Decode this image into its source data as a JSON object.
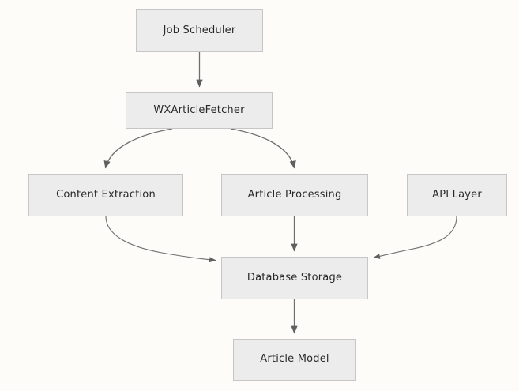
{
  "diagram": {
    "type": "flowchart",
    "background_color": "#fdfcf9",
    "node_fill": "#ececec",
    "node_border": "#c6c6c6",
    "edge_color": "#707070",
    "text_color": "#282828",
    "nodes": [
      {
        "id": "job-scheduler",
        "label": "Job Scheduler"
      },
      {
        "id": "wx-article-fetcher",
        "label": "WXArticleFetcher"
      },
      {
        "id": "content-extraction",
        "label": "Content Extraction"
      },
      {
        "id": "article-processing",
        "label": "Article Processing"
      },
      {
        "id": "api-layer",
        "label": "API Layer"
      },
      {
        "id": "database-storage",
        "label": "Database Storage"
      },
      {
        "id": "article-model",
        "label": "Article Model"
      }
    ],
    "edges": [
      {
        "from": "job-scheduler",
        "to": "wx-article-fetcher",
        "style": "straight"
      },
      {
        "from": "wx-article-fetcher",
        "to": "content-extraction",
        "style": "curved"
      },
      {
        "from": "wx-article-fetcher",
        "to": "article-processing",
        "style": "curved"
      },
      {
        "from": "content-extraction",
        "to": "database-storage",
        "style": "curved"
      },
      {
        "from": "article-processing",
        "to": "database-storage",
        "style": "straight"
      },
      {
        "from": "api-layer",
        "to": "database-storage",
        "style": "curved"
      },
      {
        "from": "database-storage",
        "to": "article-model",
        "style": "straight"
      }
    ]
  }
}
